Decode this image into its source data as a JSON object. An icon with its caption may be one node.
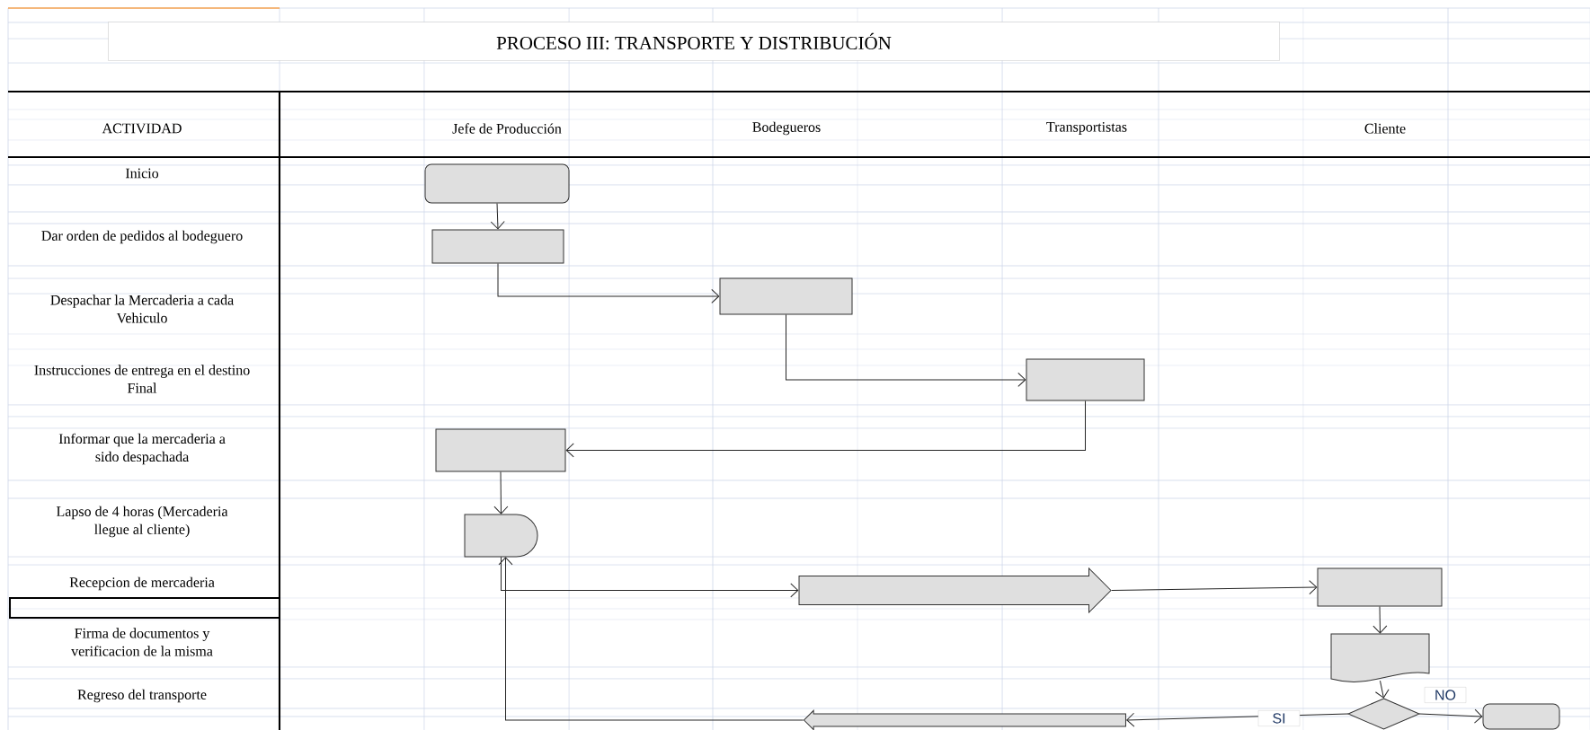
{
  "diagram": {
    "title": "PROCESO  III: TRANSPORTE Y DISTRIBUCIÓN",
    "nodes": [
      {
        "text": [],
        "shape": "terminal"
      },
      {
        "text": [],
        "shape": "box"
      },
      {
        "text": [],
        "shape": "box"
      },
      {
        "text": [],
        "shape": "box"
      },
      {
        "text": [],
        "shape": "box"
      },
      {
        "text": [],
        "shape": "delay"
      },
      {
        "text": [],
        "shape": "arrow"
      },
      {
        "text": [],
        "shape": "box"
      },
      {
        "text": [],
        "shape": "document"
      },
      {
        "text": [],
        "shape": "diamond"
      },
      {
        "text": [],
        "shape": "terminal"
      },
      {
        "text": [],
        "shape": "arrow"
      }
    ],
    "edges": [
      {
        "from": 0,
        "to": 1,
        "arrow": "to"
      },
      {
        "from": 1,
        "to": 2,
        "arrow": "to"
      },
      {
        "from": 2,
        "to": 3,
        "arrow": "to"
      },
      {
        "from": 3,
        "to": 4,
        "arrow": "to"
      },
      {
        "from": 4,
        "to": 5,
        "arrow": "to"
      },
      {
        "from": 5,
        "to": 6,
        "arrow": "to"
      },
      {
        "from": 6,
        "to": 7,
        "arrow": "to"
      },
      {
        "from": 7,
        "to": 8,
        "arrow": "to"
      },
      {
        "from": 8,
        "to": 9,
        "arrow": "to"
      },
      {
        "from": 9,
        "to": 10,
        "label": "NO",
        "arrow": "to"
      },
      {
        "from": 9,
        "to": 11,
        "label": "SI",
        "arrow": "to"
      },
      {
        "from": 11,
        "to": 5,
        "arrow": "to"
      }
    ],
    "labels": [
      "ACTIVIDAD",
      "Jefe de Producción",
      "Bodegueros",
      "Transportistas",
      "Cliente",
      "Inicio",
      "Dar orden de pedidos al bodeguero",
      "Despachar la Mercaderia a cada Vehiculo",
      "Instrucciones de entrega en el destino Final",
      "Informar que la mercaderia a sido despachada",
      "Lapso de 4 horas (Mercaderia llegue al cliente)",
      "Recepcion de mercaderia",
      "Firma de documentos y verificacion de la misma",
      "Regreso del transporte"
    ]
  }
}
